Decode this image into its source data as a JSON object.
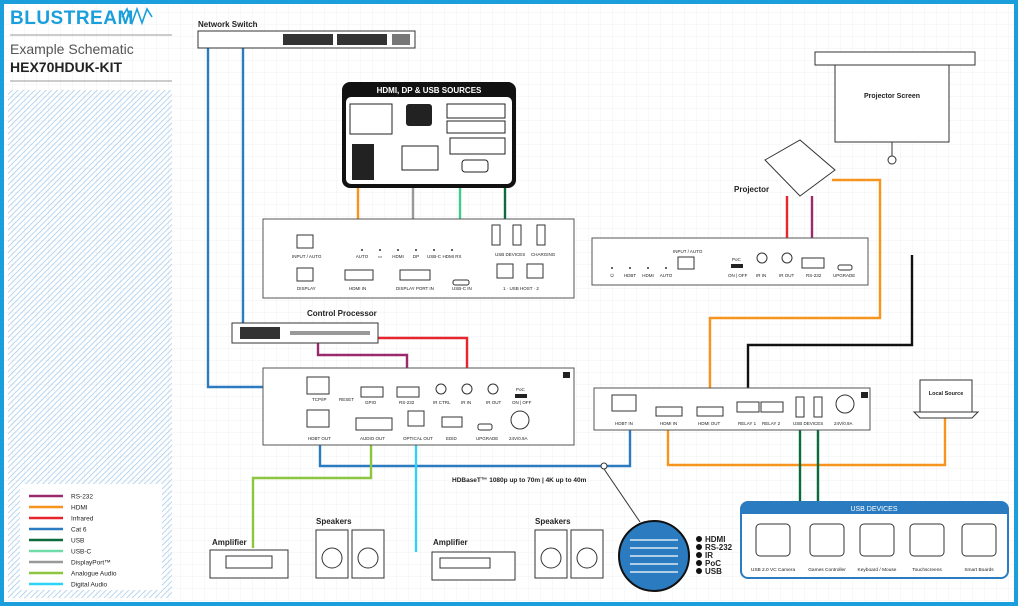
{
  "header": {
    "brand": "BLUSTREAM",
    "subtitle": "Example Schematic",
    "model": "HEX70HDUK-KIT"
  },
  "colors": {
    "frame": "#1a9fdc",
    "rs232": "#9b2a6c",
    "hdmi": "#f7941d",
    "infrared": "#e8242c",
    "cat6": "#2b7bc1",
    "usb": "#0c6b3a",
    "usbc": "#3ecb8c",
    "displayport": "#999999",
    "analogue": "#8cc63f",
    "digital": "#2ed3f5",
    "relay": "#111111"
  },
  "legend": [
    {
      "label": "RS-232",
      "color": "#9b2a6c"
    },
    {
      "label": "HDMI",
      "color": "#f7941d"
    },
    {
      "label": "Infrared",
      "color": "#e8242c"
    },
    {
      "label": "Cat 6",
      "color": "#2b7bc1"
    },
    {
      "label": "USB",
      "color": "#0c6b3a"
    },
    {
      "label": "USB-C",
      "color": "#6fdba6"
    },
    {
      "label": "DisplayPort™",
      "color": "#999999"
    },
    {
      "label": "Analogue Audio",
      "color": "#8cc63f"
    },
    {
      "label": "Digital Audio",
      "color": "#2ed3f5"
    }
  ],
  "network_switch": {
    "label": "Network Switch"
  },
  "sources": {
    "title": "HDMI, DP & USB SOURCES"
  },
  "tx_front": {
    "input_auto": "INPUT / AUTO",
    "display": "DISPLAY",
    "leds": [
      "AUTO",
      "▭",
      "HDMI",
      "DP",
      "USB-C",
      "HDMI RX"
    ],
    "hdmi_in": "HDMI IN",
    "dp_in": "DISPLAY PORT IN",
    "usbc_in": "USB-C IN",
    "usb_devices": "USB DEVICES",
    "charging": "CHARGING",
    "usb_host": "1 · USB HOST · 2"
  },
  "control_processor": {
    "label": "Control Processor"
  },
  "tx_rear": {
    "tcpip": "TCP/IP",
    "reset": "RESET",
    "gpio": "GPIO",
    "rs232": "RS-232",
    "ir_ctrl": "IR CTRL",
    "ir_in": "IR IN",
    "ir_out": "IR OUT",
    "poc": "PoC",
    "on_off": "ON | OFF",
    "hdbt_out": "HDBT OUT",
    "audio_out": "AUDIO OUT",
    "optical_out": "OPTICAL OUT",
    "edid": "EDID",
    "upgrade": "UPGRADE",
    "power": "24V/0.9A"
  },
  "projector_screen": {
    "label": "Projector Screen"
  },
  "projector": {
    "label": "Projector"
  },
  "rx_front": {
    "leds": [
      "⏻",
      "HDBT",
      "HDMI",
      "AUTO"
    ],
    "input_auto": "INPUT / AUTO",
    "poc": "PoC",
    "on_off": "ON | OFF",
    "ir_in": "IR IN",
    "ir_out": "IR OUT",
    "rs232": "RS-232",
    "upgrade": "UPGRADE"
  },
  "rx_rear": {
    "hdbt_in": "HDBT IN",
    "hdmi_in": "HDMI IN",
    "hdmi_out": "HDMI OUT",
    "relay1": "RELAY 1",
    "relay2": "RELAY 2",
    "usb_devices": "USB DEVICES",
    "power": "24V/0.9A"
  },
  "local_source": {
    "label": "Local Source"
  },
  "hdbaset": {
    "label": "HDBaseT™ 1080p up to 70m | 4K up to 40m"
  },
  "cable_features": [
    "HDMI",
    "RS-232",
    "IR",
    "PoC",
    "USB"
  ],
  "audio": {
    "amplifier1": "Amplifier",
    "speakers1": "Speakers",
    "amplifier2": "Amplifier",
    "speakers2": "Speakers"
  },
  "usb_devices": {
    "title": "USB DEVICES",
    "items": [
      "USB 2.0 VC Camera",
      "Games Controller",
      "Keyboard / Mouse",
      "Touchscreens",
      "Smart Boards"
    ]
  }
}
